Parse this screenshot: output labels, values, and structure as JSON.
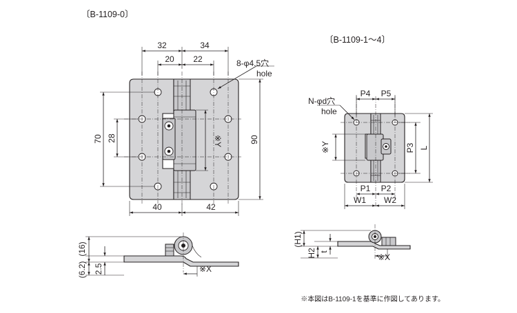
{
  "left_view": {
    "title": "〔B-1109-0〕",
    "dims": {
      "top_outer_left": "32",
      "top_outer_right": "34",
      "top_inner_left": "20",
      "top_inner_right": "22",
      "height_outer": "70",
      "height_inner": "28",
      "height_total": "90",
      "y_mark": "※Y",
      "bottom_left": "40",
      "bottom_right": "42"
    },
    "hole_callout": {
      "spec": "8-φ4.5穴",
      "en": "hole"
    }
  },
  "right_view": {
    "title": "〔B-1109-1～4〕",
    "dims": {
      "p4": "P4",
      "p5": "P5",
      "p1": "P1",
      "p2": "P2",
      "w1": "W1",
      "w2": "W2",
      "p3": "P3",
      "l": "L",
      "y_mark": "※Y"
    },
    "hole_callout": {
      "spec": "N-φd穴",
      "en": "hole"
    }
  },
  "left_side": {
    "dims": {
      "overall": "(16)",
      "thickness": "(6.2)",
      "plate": "2.5",
      "x_mark": "※X"
    }
  },
  "right_side": {
    "dims": {
      "h1": "(H1)",
      "h2": "H2",
      "t": "t",
      "x_mark": "※X"
    }
  },
  "footnote": "※本図はB-1109-1を基準に作図してあります。"
}
